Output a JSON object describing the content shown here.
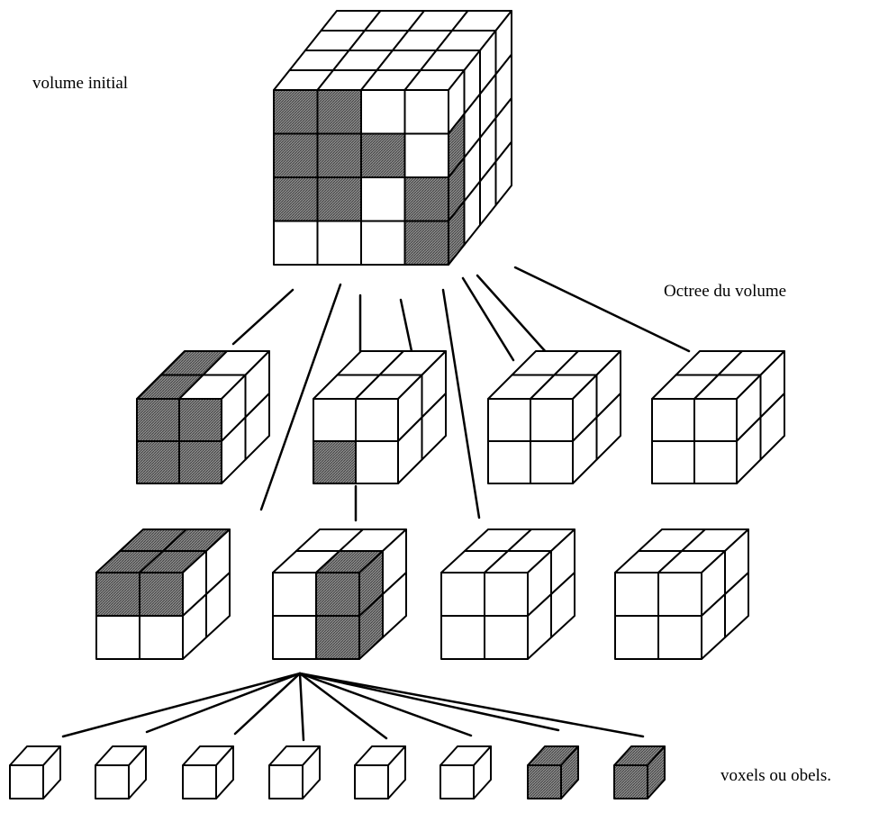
{
  "labels": {
    "initial_volume": "volume initial",
    "octree": "Octree du volume",
    "voxels": "voxels ou obels."
  },
  "colors": {
    "filled": "#8a8a8a",
    "empty": "#ffffff",
    "stroke": "#000000"
  },
  "root": {
    "n": 4,
    "front_filled": [
      [
        0,
        0
      ],
      [
        0,
        1
      ],
      [
        1,
        0
      ],
      [
        1,
        1
      ],
      [
        1,
        2
      ],
      [
        2,
        0
      ],
      [
        2,
        1
      ],
      [
        2,
        3
      ],
      [
        3,
        3
      ]
    ],
    "right_filled": [
      [
        1,
        0
      ],
      [
        2,
        0
      ],
      [
        3,
        0
      ]
    ],
    "top_filled": []
  },
  "level1": [
    {
      "name": "level1-node-1",
      "front_filled": [
        [
          0,
          0
        ],
        [
          0,
          1
        ],
        [
          1,
          0
        ],
        [
          1,
          1
        ]
      ],
      "right_filled": [],
      "top_filled": [
        [
          0,
          0
        ],
        [
          1,
          0
        ]
      ]
    },
    {
      "name": "level1-node-2",
      "front_filled": [
        [
          1,
          0
        ]
      ],
      "right_filled": [],
      "top_filled": []
    },
    {
      "name": "level1-node-3",
      "front_filled": [],
      "right_filled": [],
      "top_filled": []
    },
    {
      "name": "level1-node-4",
      "front_filled": [],
      "right_filled": [],
      "top_filled": []
    }
  ],
  "level2": [
    {
      "name": "level2-node-1",
      "front_filled": [
        [
          0,
          0
        ],
        [
          0,
          1
        ]
      ],
      "right_filled": [],
      "top_filled": [
        [
          0,
          0
        ],
        [
          0,
          1
        ],
        [
          1,
          0
        ],
        [
          1,
          1
        ]
      ]
    },
    {
      "name": "level2-node-2",
      "front_filled": [
        [
          0,
          1
        ],
        [
          1,
          1
        ]
      ],
      "right_filled": [
        [
          0,
          0
        ],
        [
          1,
          0
        ]
      ],
      "top_filled": [
        [
          1,
          1
        ]
      ]
    },
    {
      "name": "level2-node-3",
      "front_filled": [],
      "right_filled": [],
      "top_filled": []
    },
    {
      "name": "level2-node-4",
      "front_filled": [],
      "right_filled": [],
      "top_filled": []
    }
  ],
  "voxels": [
    false,
    false,
    false,
    false,
    false,
    false,
    true,
    true
  ]
}
